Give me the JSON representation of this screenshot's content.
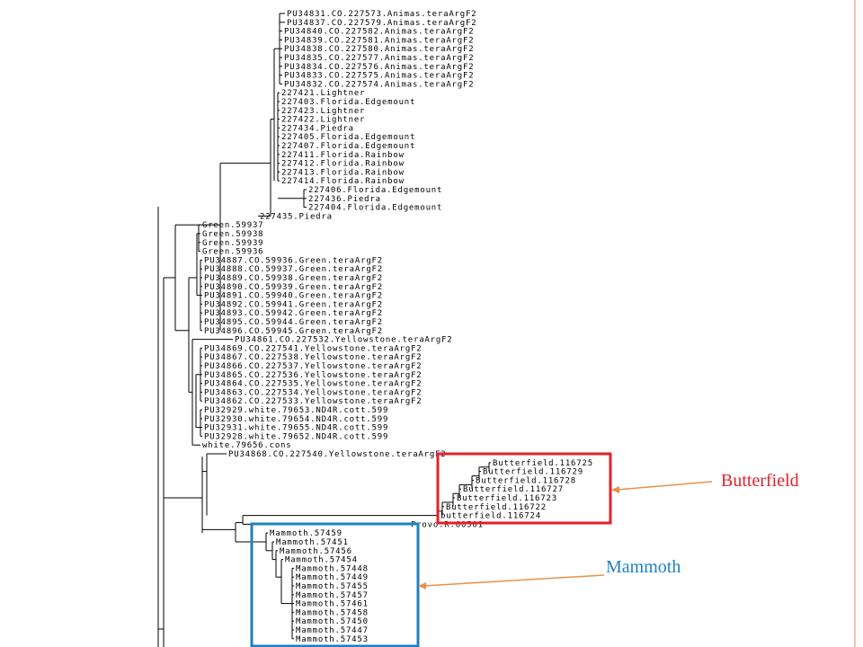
{
  "colors": {
    "butterfield": "#e3212a",
    "mammoth": "#1f7fc1",
    "arrow": "#e8904a",
    "slide_edge": "#f2c6b6"
  },
  "annotations": {
    "butterfield": "Butterfield",
    "mammoth": "Mammoth"
  },
  "tree": {
    "leaves": [
      "PU34831.CO.227573.Animas.teraArgF2",
      "PU34837.CO.227579.Animas.teraArgF2",
      "PU34840.CO.227582.Animas.teraArgF2",
      "PU34839.CO.227581.Animas.teraArgF2",
      "PU34838.CO.227580.Animas.teraArgF2",
      "PU34835.CO.227577.Animas.teraArgF2",
      "PU34834.CO.227576.Animas.teraArgF2",
      "PU34833.CO.227575.Animas.teraArgF2",
      "PU34832.CO.227574.Animas.teraArgF2",
      "227421.Lightner",
      "227403.Florida.Edgemount",
      "227423.Lightner",
      "227422.Lightner",
      "227434.Piedra",
      "227405.Florida.Edgemount",
      "227407.Florida.Edgemount",
      "227411.Florida.Rainbow",
      "227412.Florida.Rainbow",
      "227413.Florida.Rainbow",
      "227414.Florida.Rainbow",
      "227406.Florida.Edgemount",
      "227436.Piedra",
      "227404.Florida.Edgemount",
      "227435.Piedra",
      "Green.59937",
      "Green.59938",
      "Green.59939",
      "Green.59936",
      "PU34887.CO.59936.Green.teraArgF2",
      "PU34888.CO.59937.Green.teraArgF2",
      "PU34889.CO.59938.Green.teraArgF2",
      "PU34890.CO.59939.Green.teraArgF2",
      "PU34891.CO.59940.Green.teraArgF2",
      "PU34892.CO.59941.Green.teraArgF2",
      "PU34893.CO.59942.Green.teraArgF2",
      "PU34895.CO.59944.Green.teraArgF2",
      "PU34896.CO.59945.Green.teraArgF2",
      "PU34861.CO.227532.Yellowstone.teraArgF2",
      "PU34869.CO.227541.Yellowstone.teraArgF2",
      "PU34867.CO.227538.Yellowstone.teraArgF2",
      "PU34866.CO.227537.Yellowstone.teraArgF2",
      "PU34865.CO.227536.Yellowstone.teraArgF2",
      "PU34864.CO.227535.Yellowstone.teraArgF2",
      "PU34863.CO.227534.Yellowstone.teraArgF2",
      "PU34862.CO.227533.Yellowstone.teraArgF2",
      "PU32929.white.79653.ND4R.cott.599",
      "PU32930.white.79654.ND4R.cott.599",
      "PU32931.white.79655.ND4R.cott.599",
      "PU32928.white.79652.ND4R.cott.599",
      "white.79656.cons",
      "PU34868.CO.227540.Yellowstone.teraArgF2",
      "Butterfield.116725",
      "Butterfield.116729",
      "Butterfield.116728",
      "Butterfield.116727",
      "Butterfield.116723",
      "Butterfield.116722",
      "butterfield.116724",
      "Provo.R.60501",
      "Mammoth.57459",
      "Mammoth.57451",
      "Mammoth.57456",
      "Mammoth.57454",
      "Mammoth.57448",
      "Mammoth.57449",
      "Mammoth.57455",
      "Mammoth.57457",
      "Mammoth.57461",
      "Mammoth.57458",
      "Mammoth.57450",
      "Mammoth.57447",
      "Mammoth.57453"
    ]
  }
}
